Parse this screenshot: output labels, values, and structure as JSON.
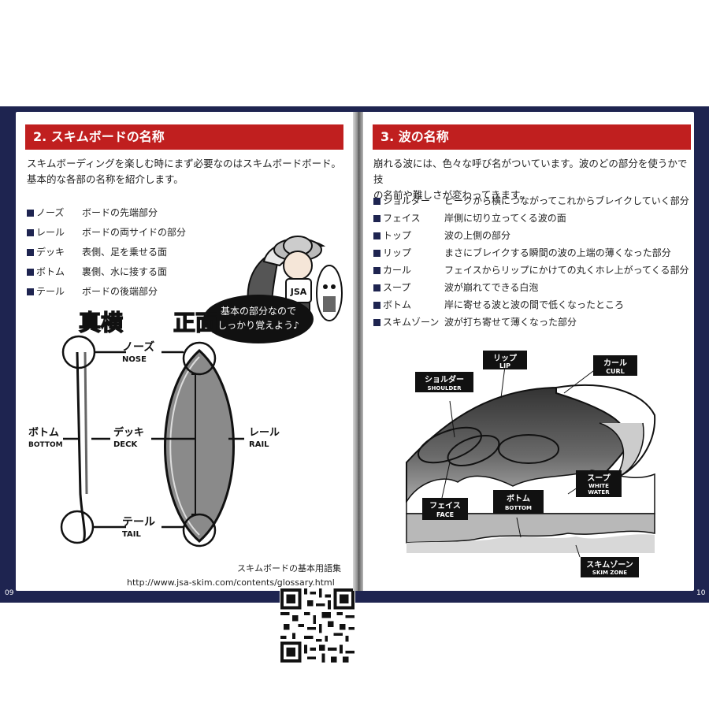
{
  "left_page": {
    "heading": "2. スキムボードの名称",
    "intro": [
      "スキムボーディングを楽しむ時にまず必要なのはスキムボードボード。",
      "基本的な各部の名称を紹介します。"
    ],
    "parts": [
      {
        "term": "ノーズ",
        "desc": "ボードの先端部分"
      },
      {
        "term": "レール",
        "desc": "ボードの両サイドの部分"
      },
      {
        "term": "デッキ",
        "desc": "表側、足を乗せる面"
      },
      {
        "term": "ボトム",
        "desc": "裏側、水に接する面"
      },
      {
        "term": "テール",
        "desc": "ボードの後端部分"
      }
    ],
    "bubble": [
      "基本の部分なので",
      "しっかり覚えよう♪"
    ],
    "mascot_shirt": "JSA",
    "view_side": "真横",
    "view_front": "正面",
    "labels": {
      "nose_jp": "ノーズ",
      "nose_en": "NOSE",
      "bottom_jp": "ボトム",
      "bottom_en": "BOTTOM",
      "deck_jp": "デッキ",
      "deck_en": "DECK",
      "rail_jp": "レール",
      "rail_en": "RAIL",
      "tail_jp": "テール",
      "tail_en": "TAIL"
    },
    "qr_caption": "スキムボードの基本用語集",
    "url": "http://www.jsa-skim.com/contents/glossary.html",
    "page_number": "09"
  },
  "right_page": {
    "heading": "3. 波の名称",
    "intro": [
      "崩れる波には、色々な呼び名がついています。波のどの部分を使うかで技",
      "の名前や難しさが変わってきます。"
    ],
    "parts": [
      {
        "term": "ショルダー",
        "desc": "ピークから横につながってこれからブレイクしていく部分"
      },
      {
        "term": "フェイス",
        "desc": "岸側に切り立ってくる波の面"
      },
      {
        "term": "トップ",
        "desc": "波の上側の部分"
      },
      {
        "term": "リップ",
        "desc": "まさにブレイクする瞬間の波の上端の薄くなった部分"
      },
      {
        "term": "カール",
        "desc": "フェイスからリップにかけての丸くホレ上がってくる部分"
      },
      {
        "term": "スープ",
        "desc": "波が崩れてできる白泡"
      },
      {
        "term": "ボトム",
        "desc": "岸に寄せる波と波の間で低くなったところ"
      },
      {
        "term": "スキムゾーン",
        "desc": "波が打ち寄せて薄くなった部分"
      }
    ],
    "wave_labels": {
      "shoulder_jp": "ショルダー",
      "shoulder_en": "SHOULDER",
      "lip_jp": "リップ",
      "lip_en": "LIP",
      "curl_jp": "カール",
      "curl_en": "CURL",
      "soup_jp": "スープ",
      "soup_en1": "WHITE",
      "soup_en2": "WATER",
      "face_jp": "フェイス",
      "face_en": "FACE",
      "bottom_jp": "ボトム",
      "bottom_en": "BOTTOM",
      "zone_jp": "スキムゾーン",
      "zone_en": "SKIM ZONE"
    },
    "page_number": "10"
  },
  "colors": {
    "accent": "#c01f1f",
    "navy": "#1e2450",
    "board_fill": "#8a8a8a"
  }
}
